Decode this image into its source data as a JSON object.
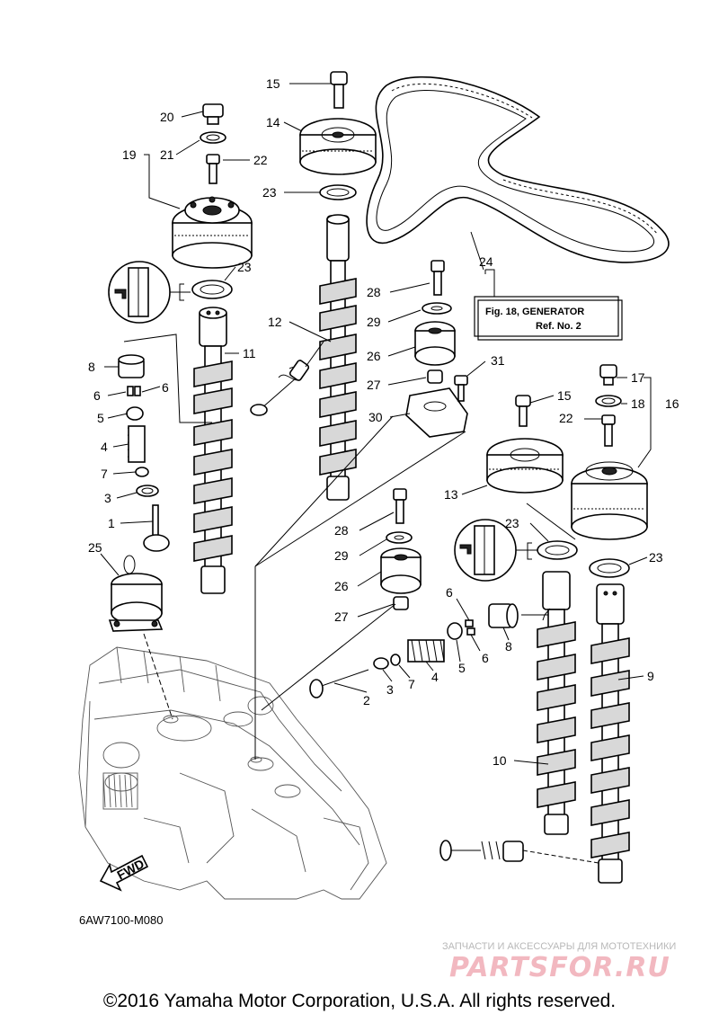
{
  "diagram_code": "6AW7100-M080",
  "callout": {
    "line1": "Fig. 18, GENERATOR",
    "line2": "Ref. No. 2"
  },
  "fwd_label": "FWD",
  "copyright": "©2016 Yamaha Motor Corporation, U.S.A. All rights reserved.",
  "watermark": {
    "tagline": "ЗАПЧАСТИ И АКСЕССУАРЫ ДЛЯ МОТОТЕХНИКИ",
    "brand": "PARTSFOR.RU"
  },
  "part_labels": [
    "1",
    "2",
    "3",
    "3",
    "4",
    "4",
    "5",
    "5",
    "6",
    "6",
    "6",
    "6",
    "7",
    "7",
    "8",
    "8",
    "9",
    "10",
    "11",
    "12",
    "13",
    "14",
    "15",
    "15",
    "16",
    "17",
    "18",
    "19",
    "20",
    "21",
    "22",
    "22",
    "23",
    "23",
    "23",
    "23",
    "23",
    "24",
    "25",
    "26",
    "26",
    "27",
    "27",
    "28",
    "28",
    "29",
    "29",
    "30",
    "31"
  ],
  "colors": {
    "line": "#000000",
    "watermark_brand": "#f2b8c0",
    "watermark_text": "#b8b8b8"
  }
}
